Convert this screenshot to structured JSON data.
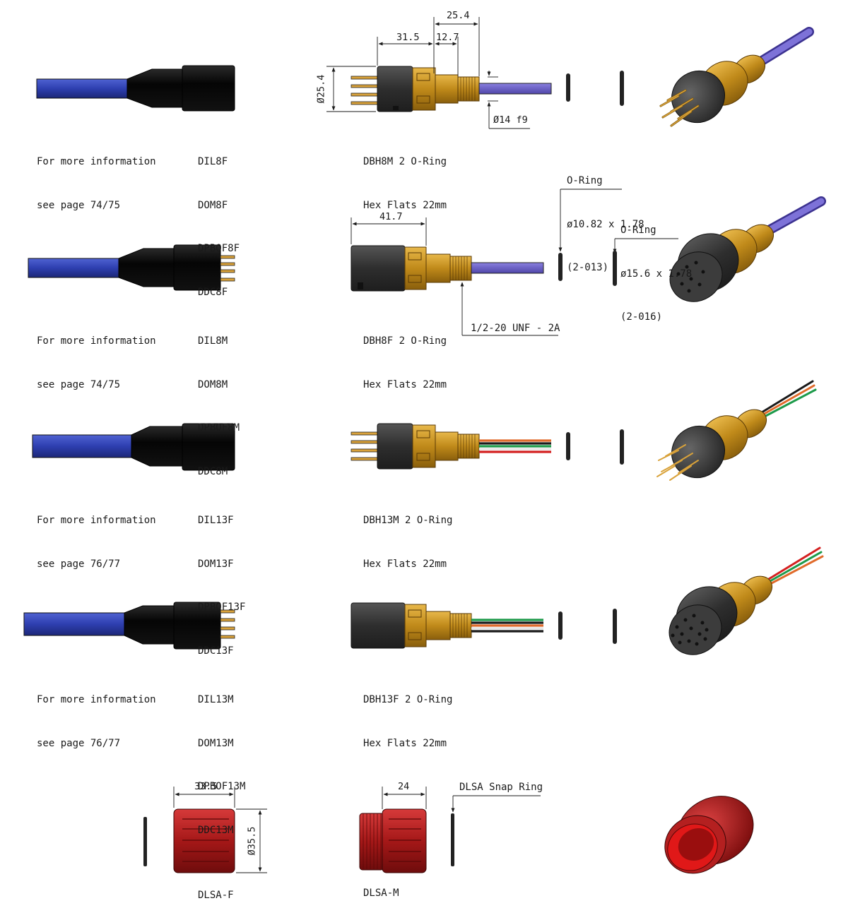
{
  "rows": [
    {
      "info": [
        "For more information",
        "see page 74/75"
      ],
      "cable_models": [
        "DIL8F",
        "DOM8F",
        "DPBOF8F",
        "DDC8F"
      ],
      "bulkhead": [
        "DBH8M 2 O-Ring",
        "Hex Flats 22mm"
      ],
      "dims": {
        "overall": "25.4",
        "body": "31.5",
        "hex": "12.7",
        "dia": "Ø25.4",
        "thread_dia": "Ø14 f9"
      }
    },
    {
      "info": [
        "For more information",
        "see page 74/75"
      ],
      "cable_models": [
        "DIL8M",
        "DOM8M",
        "DPBOF8M",
        "DDC8M"
      ],
      "bulkhead": [
        "DBH8F 2 O-Ring",
        "Hex Flats 22mm"
      ],
      "dims": {
        "body": "41.7",
        "thread": "1/2-20 UNF - 2A"
      },
      "oring_small": [
        "O-Ring",
        "ø10.82 x 1.78",
        "(2-013)"
      ],
      "oring_large": [
        "O-Ring",
        "ø15.6 x 1.78",
        "(2-016)"
      ]
    },
    {
      "info": [
        "For more information",
        "see page 76/77"
      ],
      "cable_models": [
        "DIL13F",
        "DOM13F",
        "DPBOF13F",
        "DDC13F"
      ],
      "bulkhead": [
        "DBH13M 2 O-Ring",
        "Hex Flats 22mm"
      ]
    },
    {
      "info": [
        "For more information",
        "see page 76/77"
      ],
      "cable_models": [
        "DIL13M",
        "DOM13M",
        "DPBOF13M",
        "DDC13M"
      ],
      "bulkhead": [
        "DBH13F 2 O-Ring",
        "Hex Flats 22mm"
      ]
    }
  ],
  "locking_sleeves": {
    "female": {
      "label": "DLSA-F",
      "width": "33.5",
      "dia": "Ø35.5"
    },
    "male": {
      "label": "DLSA-M",
      "width": "24"
    },
    "snap_ring": "DLSA Snap Ring"
  },
  "colors": {
    "cable_blue": "#2f3fa6",
    "cable_lilac": "#6a5fc4",
    "connector_black": "#141414",
    "brass": "#c9931f",
    "rubber_dark": "#3a3a3a",
    "sleeve_red": "#b01f1f",
    "wire_green": "#1d9a4a",
    "wire_orange": "#e06a2a",
    "wire_red": "#d42020"
  }
}
